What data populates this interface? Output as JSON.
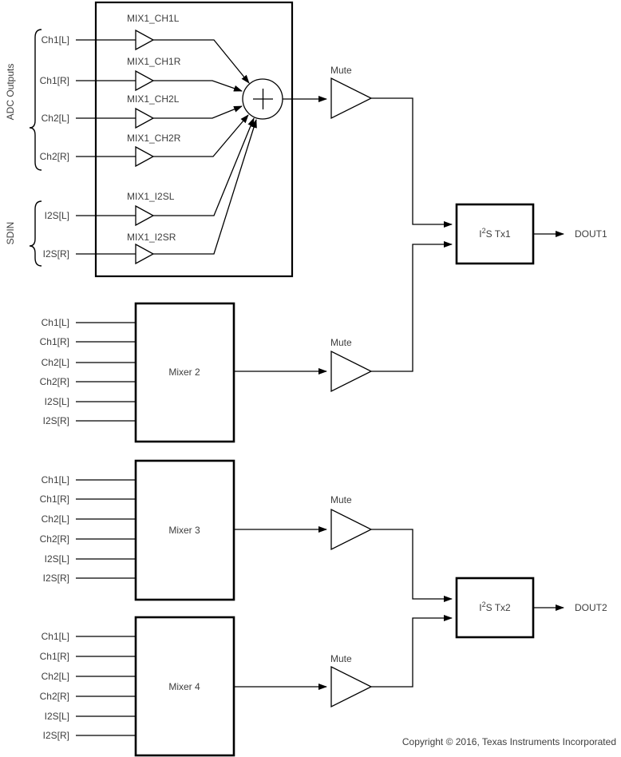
{
  "colors": {
    "line": "#000000",
    "text": "#3d3d3d",
    "background": "#ffffff"
  },
  "mixer1": {
    "groups": [
      {
        "label": "ADC Outputs",
        "inputs": [
          "Ch1[L]",
          "Ch1[R]",
          "Ch2[L]",
          "Ch2[R]"
        ]
      },
      {
        "label": "SDIN",
        "inputs": [
          "I2S[L]",
          "I2S[R]"
        ]
      }
    ],
    "gain_labels": [
      "MIX1_CH1L",
      "MIX1_CH1R",
      "MIX1_CH2L",
      "MIX1_CH2R",
      "MIX1_I2SL",
      "MIX1_I2SR"
    ]
  },
  "mute_label": "Mute",
  "mixers": [
    {
      "label": "Mixer 2",
      "inputs": [
        "Ch1[L]",
        "Ch1[R]",
        "Ch2[L]",
        "Ch2[R]",
        "I2S[L]",
        "I2S[R]"
      ]
    },
    {
      "label": "Mixer 3",
      "inputs": [
        "Ch1[L]",
        "Ch1[R]",
        "Ch2[L]",
        "Ch2[R]",
        "I2S[L]",
        "I2S[R]"
      ]
    },
    {
      "label": "Mixer 4",
      "inputs": [
        "Ch1[L]",
        "Ch1[R]",
        "Ch2[L]",
        "Ch2[R]",
        "I2S[L]",
        "I2S[R]"
      ]
    }
  ],
  "transmitters": [
    {
      "name_base": "I",
      "name_sup": "2",
      "name_rest": "S Tx1",
      "output_label": "DOUT1"
    },
    {
      "name_base": "I",
      "name_sup": "2",
      "name_rest": "S Tx2",
      "output_label": "DOUT2"
    }
  ],
  "footer": {
    "copyright": "Copyright © 2016, Texas Instruments Incorporated"
  }
}
